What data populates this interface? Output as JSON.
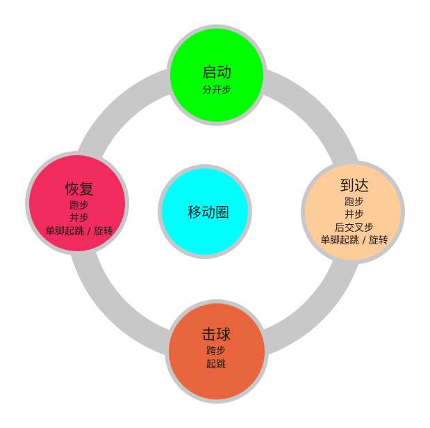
{
  "diagram": {
    "center": {
      "label": "移动圈",
      "color": "#00ffff"
    },
    "ring_color": "#c8c8c8",
    "border_color": "#c8c8c8",
    "nodes": [
      {
        "id": "start",
        "title": "启动",
        "items": [
          "分开步"
        ],
        "color": "#00ff00"
      },
      {
        "id": "arrive",
        "title": "到达",
        "items": [
          "跑步",
          "并步",
          "后交叉步",
          "单脚起跳 / 旋转"
        ],
        "color": "#ffcc99"
      },
      {
        "id": "hit",
        "title": "击球",
        "items": [
          "跨步",
          "起跳"
        ],
        "color": "#e8643c"
      },
      {
        "id": "recover",
        "title": "恢复",
        "items": [
          "跑步",
          "并步",
          "单脚起跳 / 旋转"
        ],
        "color": "#f22b5e"
      }
    ]
  }
}
